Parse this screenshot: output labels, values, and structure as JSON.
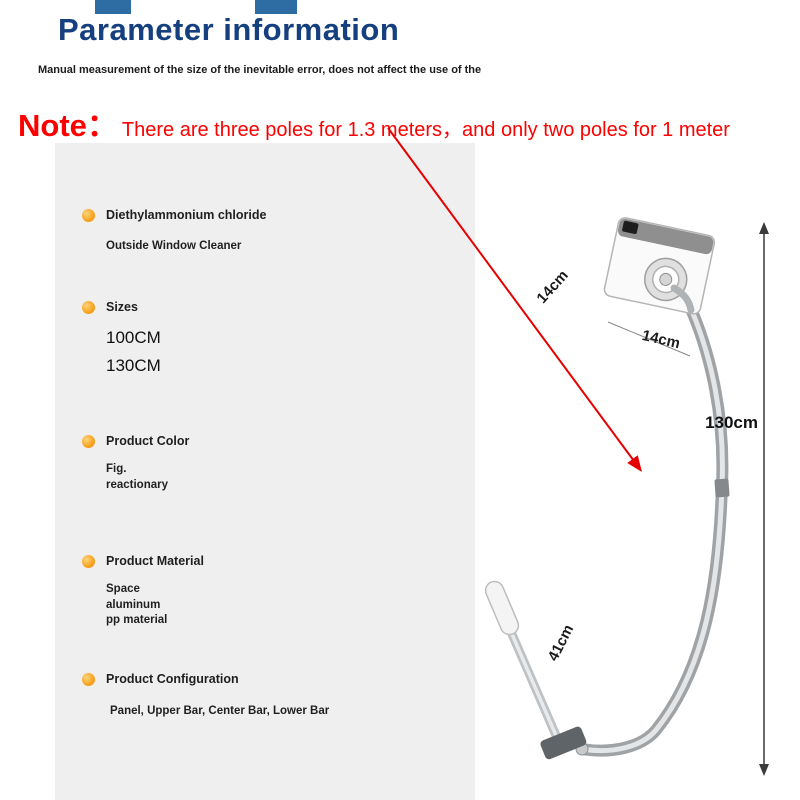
{
  "header": {
    "title": "Parameter information",
    "subtitle": "Manual measurement of the size of the inevitable error, does not affect the use of the"
  },
  "note": {
    "label": "Note：",
    "text": "There are three poles for 1.3 meters，and only two poles for 1 meter"
  },
  "specs": [
    {
      "title": "Diethylammonium chloride",
      "lines": [
        "Outside Window Cleaner"
      ]
    },
    {
      "title": "Sizes",
      "lines": [
        "100CM",
        "130CM"
      ]
    },
    {
      "title": "Product Color",
      "lines": [
        "Fig.",
        "reactionary"
      ]
    },
    {
      "title": "Product Material",
      "lines": [
        "Space",
        "aluminum",
        "pp material"
      ]
    },
    {
      "title": "Product Configuration",
      "lines": [
        "Panel, Upper Bar, Center Bar, Lower Bar"
      ]
    }
  ],
  "dimensions": {
    "head_height": "14cm",
    "head_width": "14cm",
    "pole_length": "130cm",
    "handle_length": "41cm"
  },
  "colors": {
    "title": "#153f7e",
    "note": "#fe0000",
    "panel": "#efefef",
    "bullet": "#f6a21c",
    "decor_blue": "#2e6da4"
  }
}
